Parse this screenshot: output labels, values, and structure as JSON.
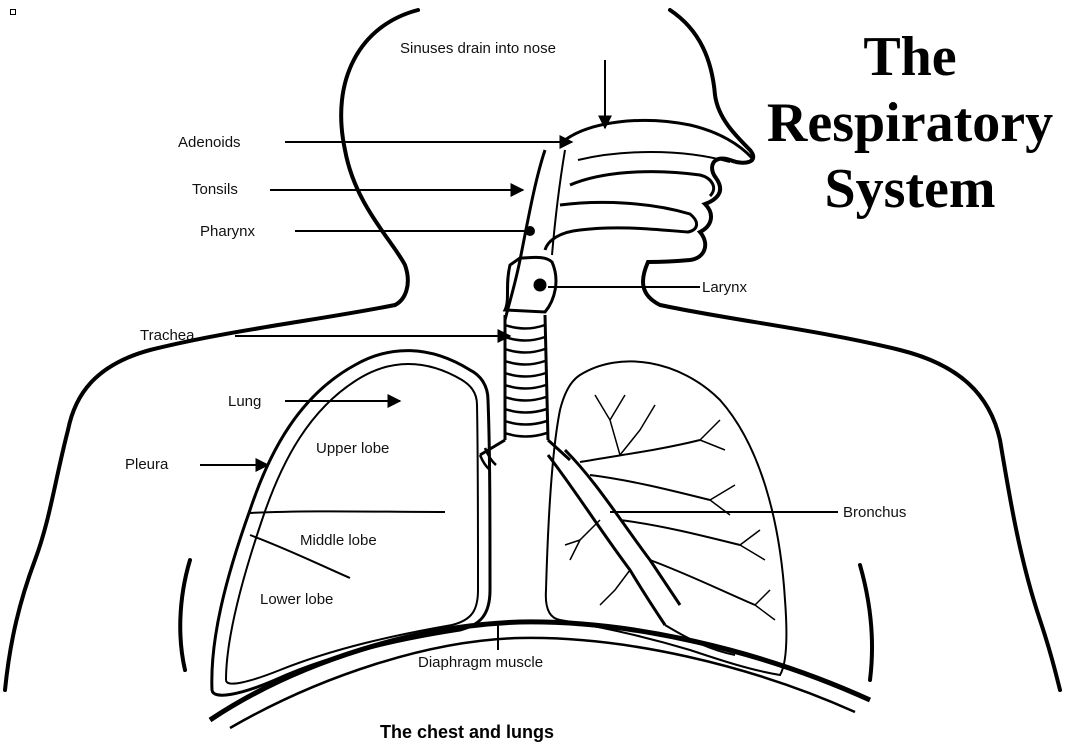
{
  "title": {
    "line1": "The",
    "line2": "Respiratory",
    "line3": "System"
  },
  "labels": {
    "sinuses": "Sinuses drain into nose",
    "adenoids": "Adenoids",
    "tonsils": "Tonsils",
    "pharynx": "Pharynx",
    "larynx": "Larynx",
    "trachea": "Trachea",
    "lung": "Lung",
    "pleura": "Pleura",
    "upper_lobe": "Upper lobe",
    "middle_lobe": "Middle lobe",
    "lower_lobe": "Lower lobe",
    "bronchus": "Bronchus",
    "diaphragm": "Diaphragm muscle"
  },
  "caption": "The chest and lungs"
}
